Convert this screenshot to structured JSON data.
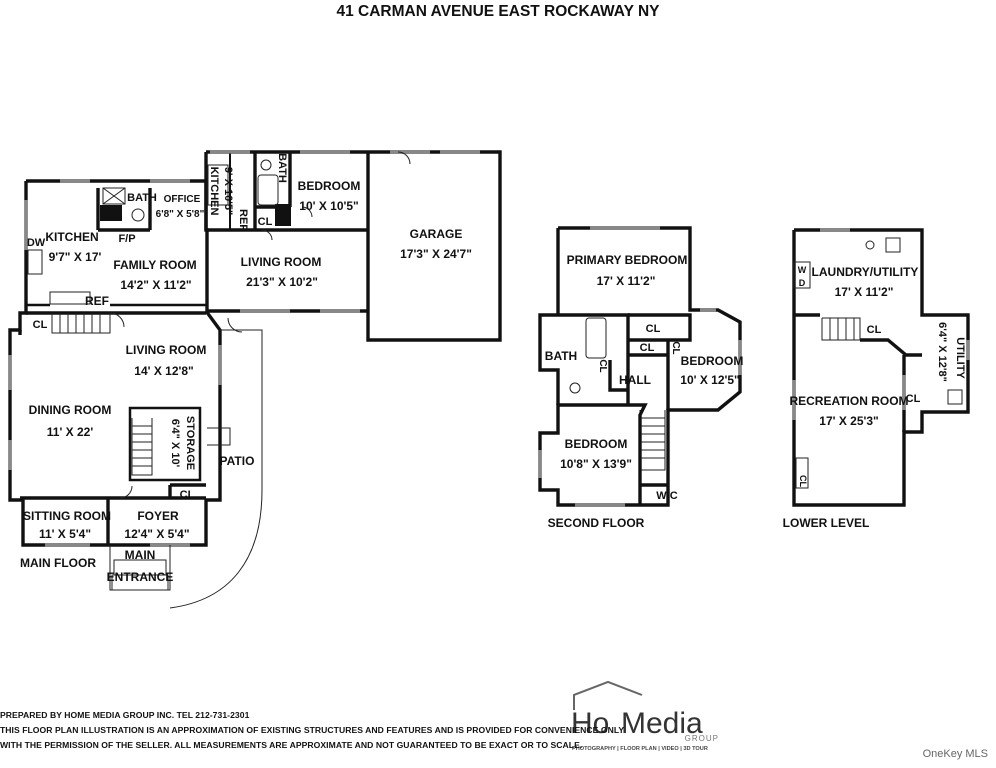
{
  "title": "41 CARMAN AVENUE EAST ROCKAWAY NY",
  "main_floor": {
    "label": "MAIN FLOOR",
    "rooms": {
      "kitchen": {
        "name": "KITCHEN",
        "dims": "9'7\" X 17'"
      },
      "bath": {
        "name": "BATH"
      },
      "office": {
        "name": "OFFICE",
        "dims": "6'8\" X 5'8\""
      },
      "fp": {
        "name": "F/P"
      },
      "dw": {
        "name": "DW"
      },
      "ref": {
        "name": "REF"
      },
      "family_room": {
        "name": "FAMILY ROOM",
        "dims": "14'2\" X 11'2\""
      },
      "cl_left": {
        "name": "CL"
      },
      "living_room": {
        "name": "LIVING ROOM",
        "dims": "14' X 12'8\""
      },
      "dining_room": {
        "name": "DINING ROOM",
        "dims": "11' X 22'"
      },
      "storage": {
        "name": "STORAGE",
        "dims": "6'4\" X 10'"
      },
      "patio": {
        "name": "PATIO"
      },
      "cl_foyer": {
        "name": "CL"
      },
      "sitting_room": {
        "name": "SITTING ROOM",
        "dims": "11' X 5'4\""
      },
      "foyer": {
        "name": "FOYER",
        "dims": "12'4\" X 5'4\""
      },
      "main_entrance": {
        "name": "MAIN",
        "name2": "ENTRANCE"
      },
      "kitchen2": {
        "name": "KITCHEN",
        "dims": "9' X 10'5\""
      },
      "bath2": {
        "name": "BATH"
      },
      "ref2": {
        "name": "REF"
      },
      "cl_apt": {
        "name": "CL"
      },
      "bedroom": {
        "name": "BEDROOM",
        "dims": "10' X 10'5\""
      },
      "living_room2": {
        "name": "LIVING ROOM",
        "dims": "21'3\" X 10'2\""
      },
      "garage": {
        "name": "GARAGE",
        "dims": "17'3\" X 24'7\""
      }
    }
  },
  "second_floor": {
    "label": "SECOND FLOOR",
    "rooms": {
      "primary_bedroom": {
        "name": "PRIMARY BEDROOM",
        "dims": "17' X 11'2\""
      },
      "bath": {
        "name": "BATH"
      },
      "cl_bath": {
        "name": "CL"
      },
      "cl_hall_top": {
        "name": "CL"
      },
      "cl_hall_a": {
        "name": "CL"
      },
      "cl_hall_b": {
        "name": "CL"
      },
      "hall": {
        "name": "HALL"
      },
      "bedroom_right": {
        "name": "BEDROOM",
        "dims": "10' X 12'5\""
      },
      "bedroom_left": {
        "name": "BEDROOM",
        "dims": "10'8\" X 13'9\""
      },
      "wic": {
        "name": "WIC"
      }
    }
  },
  "lower_level": {
    "label": "LOWER LEVEL",
    "rooms": {
      "wd": {
        "name": "W",
        "name2": "D"
      },
      "laundry": {
        "name": "LAUNDRY/UTILITY",
        "dims": "17' X 11'2\""
      },
      "utility": {
        "name": "UTILITY",
        "dims": "6'4\" X 12'8\""
      },
      "cl_stair": {
        "name": "CL"
      },
      "cl_right": {
        "name": "CL"
      },
      "recreation": {
        "name": "RECREATION ROOM",
        "dims": "17' X 25'3\""
      },
      "cl_bottom": {
        "name": "CL"
      }
    }
  },
  "footer": {
    "line1": "PREPARED BY  HOME MEDIA GROUP INC.  TEL 212-731-2301",
    "line2": "THIS FLOOR PLAN ILLUSTRATION IS AN APPROXIMATION OF EXISTING STRUCTURES AND FEATURES AND IS PROVIDED FOR CONVENIENCE ONLY",
    "line3": "WITH THE PERMISSION OF THE SELLER. ALL MEASUREMENTS ARE APPROXIMATE AND NOT GUARANTEED TO BE EXACT OR TO SCALE."
  },
  "logo": {
    "wordmark_a": "Ho",
    "wordmark_b": "Media",
    "group": "GROUP",
    "tagline": "PHOTOGRAPHY | FLOOR PLAN | VIDEO | 3D TOUR"
  },
  "credit": "OneKey MLS"
}
